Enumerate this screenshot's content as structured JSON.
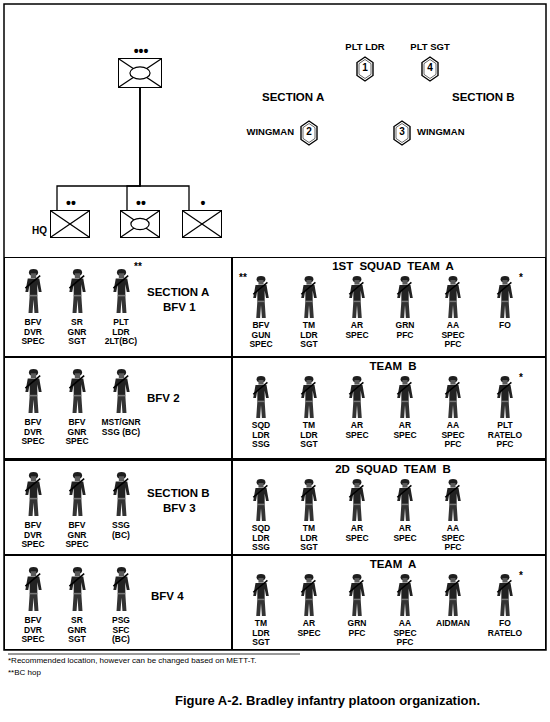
{
  "diagram": {
    "caption": "Figure A-2. Bradley infantry platoon organization.",
    "nodes": [
      {
        "text": [
          "•••"
        ]
      },
      {
        "text": [
          "••",
          "HQ"
        ]
      },
      {
        "text": [
          "••"
        ]
      },
      {
        "text": [
          "•"
        ]
      },
      {
        "text": [
          "PLT LDR",
          "1"
        ]
      },
      {
        "text": [
          "PLT SGT",
          "4"
        ]
      },
      {
        "text": [
          "WINGMAN",
          "2"
        ]
      },
      {
        "text": [
          "WINGMAN",
          "3"
        ]
      },
      {
        "text": [
          "SECTION A",
          "BFV 1",
          "**",
          "BFV DVR SPEC",
          "SR GNR SGT",
          "PLT LDR 2LT(BC)"
        ]
      },
      {
        "text": [
          "1ST SQUAD TEAM A",
          "**",
          "BFV GUN SPEC",
          "TM LDR SGT",
          "AR SPEC",
          "GRN PFC",
          "AA SPEC PFC",
          "*",
          "FO"
        ]
      },
      {
        "text": [
          "BFV 2",
          "BFV DVR SPEC",
          "BFV GNR SPEC",
          "MST/GNR SSG (BC)"
        ]
      },
      {
        "text": [
          "TEAM B",
          "SQD LDR SSG",
          "TM LDR SGT",
          "AR SPEC",
          "AR SPEC",
          "AA SPEC PFC",
          "*",
          "PLT RATELO PFC"
        ]
      },
      {
        "text": [
          "SECTION B",
          "BFV 3",
          "BFV DVR SPEC",
          "BFV GNR SPEC",
          "SSG (BC)"
        ]
      },
      {
        "text": [
          "2D SQUAD TEAM B",
          "SQD LDR SSG",
          "TM LDR SGT",
          "AR SPEC",
          "AR SPEC",
          "AA SPEC PFC"
        ]
      },
      {
        "text": [
          "BFV 4",
          "BFV DVR SPEC",
          "SR GNR SGT",
          "PSG SFC (BC)"
        ]
      },
      {
        "text": [
          "TEAM A",
          "TM LDR SGT",
          "AR SPEC",
          "GRN PFC",
          "AA SPEC PFC",
          "AIDMAN",
          "*",
          "FO RATELO"
        ]
      }
    ],
    "edges": [
      {
        "from": 0,
        "to": 1,
        "arrow": "none"
      },
      {
        "from": 0,
        "to": 2,
        "arrow": "none"
      },
      {
        "from": 0,
        "to": 3,
        "arrow": "none"
      }
    ],
    "labels": [
      "SECTION A",
      "SECTION B",
      "*Recommended location, however can be changed based on METT-T.",
      "**BC hop"
    ]
  }
}
